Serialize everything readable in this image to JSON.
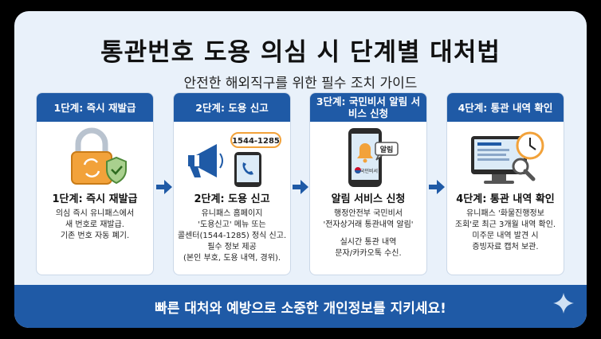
{
  "title": "통관번호 도용 의심 시 단계별 대처법",
  "subtitle": "안전한 해외직구를 위한 필수 조치 가이드",
  "steps": [
    {
      "header": "1단계: 즉시 재발급",
      "title": "1단계: 즉시 재발급",
      "desc": [
        "의심 즉시 유니패스에서",
        "새 번호로 재발급.",
        "기존 번호 자동 폐기."
      ],
      "icon": "lock-shield-icon"
    },
    {
      "header": "2단계: 도용 신고",
      "title": "2단계: 도용 신고",
      "phone_label": "1544-1285",
      "desc": [
        "유니패스 홈페이지",
        "'도용신고' 메뉴 또는",
        "콜센터(1544-1285) 정식 신고.",
        "필수 정보 제공",
        "(본인 부호, 도용 내역, 경위)."
      ],
      "icon": "megaphone-phone-icon"
    },
    {
      "header": "3단계: 국민비서 알림 서비스 신청",
      "title": "알림 서비스 신청",
      "bubble_label": "알림",
      "screen_label": "국민비서",
      "desc": [
        "행정안전부 국민비서",
        "'전자상거래 통관내역 알림'",
        "",
        "실시간 통관 내역",
        "문자/카카오톡 수신."
      ],
      "icon": "smartphone-bell-icon"
    },
    {
      "header": "4단계: 통관 내역 확인",
      "title": "4단계: 통관 내역 확인",
      "desc": [
        "유니패스 '화물진행정보",
        "조회'로 최근 3개월 내역 확인.",
        "미주문 내역 발견 시",
        "증빙자료 캡처 보관."
      ],
      "icon": "monitor-clock-icon"
    }
  ],
  "banner": "빠른 대처와 예방으로 소중한 개인정보를 지키세요!",
  "colors": {
    "primary": "#1f5aa6",
    "background": "#e9f1fa",
    "accent": "#f2a23a"
  }
}
